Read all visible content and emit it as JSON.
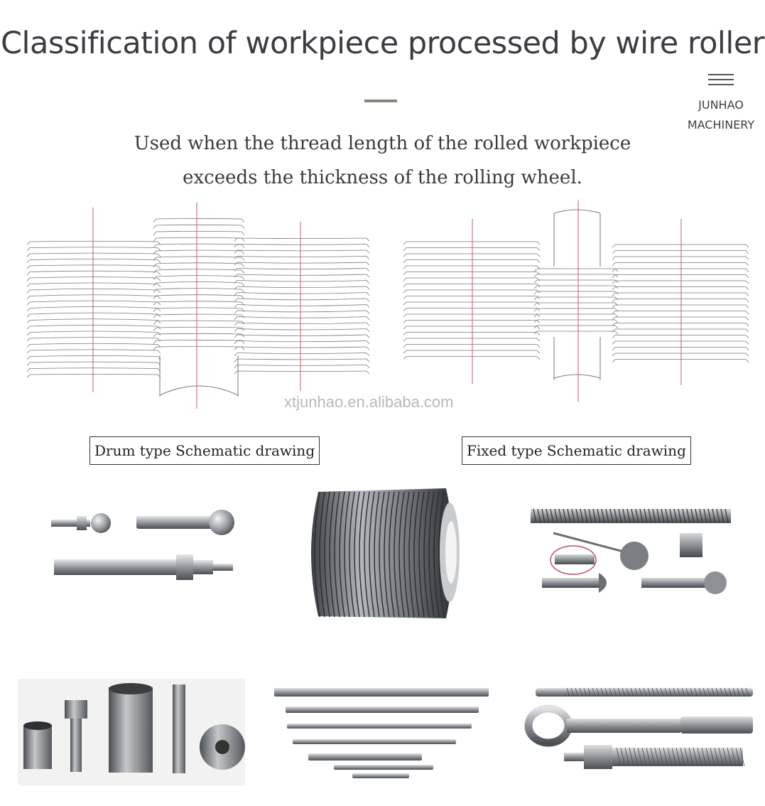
{
  "header": {
    "title": "Classification of workpiece processed by wire roller",
    "subtitle_line1": "Used when the thread length of the rolled workpiece",
    "subtitle_line2": "exceeds the thickness of the rolling wheel."
  },
  "logo": {
    "line1": "JUNHAO",
    "line2": "MACHINERY",
    "icon": "menu-bars-icon"
  },
  "watermark": "xtjunhao.en.alibaba.com",
  "captions": {
    "drum": "Drum type Schematic drawing",
    "fixed": "Fixed type Schematic drawing"
  },
  "colors": {
    "accent_red": "#c0606a",
    "line_gray": "#777777",
    "metal": "#8e9297"
  }
}
